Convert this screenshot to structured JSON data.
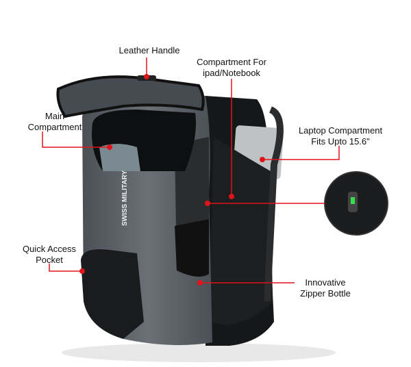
{
  "brand_logo": "SWISS MILITARY",
  "colors": {
    "annotation": "#e0141b",
    "body": "#5a6066",
    "panel": "#151617"
  },
  "callouts": {
    "leather_handle": "Leather Handle",
    "ipad_line1": "Compartment For",
    "ipad_line2": "ipad/Notebook",
    "main_line1": "Main",
    "main_line2": "Compartment",
    "laptop_line1": "Laptop Compartment",
    "laptop_line2": "Fits Upto 15.6\"",
    "pocket_line1": "Quick Access",
    "pocket_line2": "Pocket",
    "bottle_line1": "Innovative",
    "bottle_line2": "Zipper Bottle"
  }
}
